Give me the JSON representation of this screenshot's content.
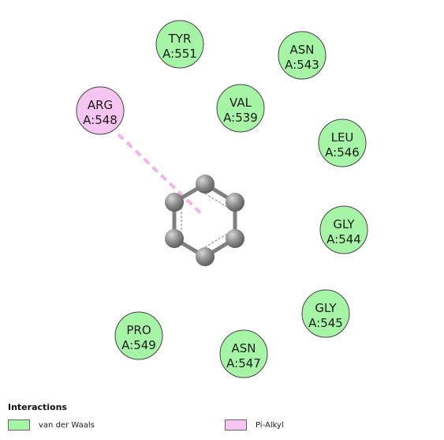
{
  "residues": [
    {
      "name": "TYR",
      "id": "A:551",
      "type": "vdw"
    },
    {
      "name": "ASN",
      "id": "A:543",
      "type": "vdw"
    },
    {
      "name": "ARG",
      "id": "A:548",
      "type": "pi_alkyl"
    },
    {
      "name": "VAL",
      "id": "A:539",
      "type": "vdw"
    },
    {
      "name": "LEU",
      "id": "A:546",
      "type": "vdw"
    },
    {
      "name": "GLY",
      "id": "A:544",
      "type": "vdw"
    },
    {
      "name": "GLY",
      "id": "A:545",
      "type": "vdw"
    },
    {
      "name": "PRO",
      "id": "A:549",
      "type": "vdw"
    },
    {
      "name": "ASN",
      "id": "A:547",
      "type": "vdw"
    }
  ],
  "legend": {
    "title": "Interactions",
    "items": [
      {
        "key": "vdw",
        "label": "van der Waals",
        "color": "#a6f5a6"
      },
      {
        "key": "pi_alkyl",
        "label": "Pi-Alkyl",
        "color": "#f7c5f2"
      }
    ]
  },
  "colors": {
    "vdw_fill": "#a6f5a6",
    "pi_alkyl_fill": "#f7c5f2",
    "bond_color": "#f5b3ee",
    "atom_color": "#8a8a8a",
    "ring_bond_color": "#7f7f7f"
  }
}
